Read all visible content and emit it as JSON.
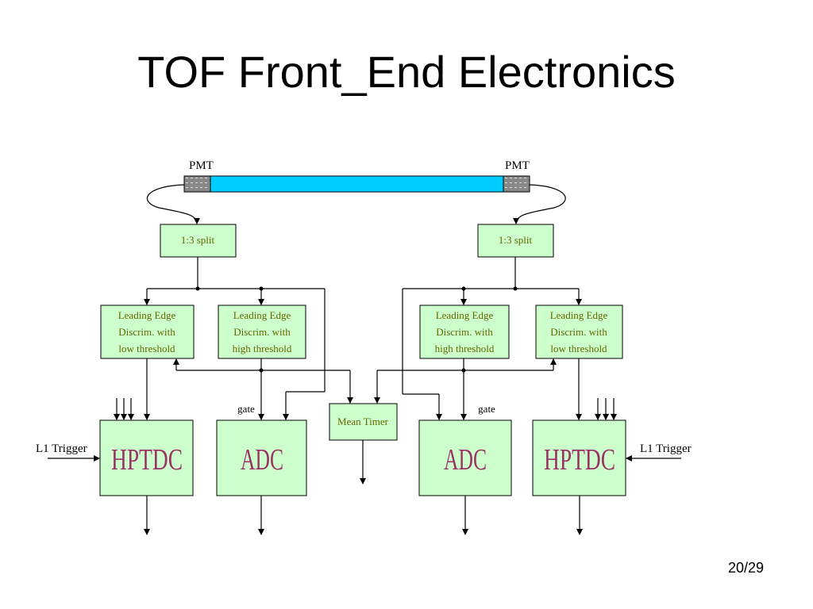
{
  "slide": {
    "title": "TOF Front_End Electronics",
    "page_number": "20/29"
  },
  "diagram": {
    "pmt_left": "PMT",
    "pmt_right": "PMT",
    "split_left": "1:3 split",
    "split_right": "1:3 split",
    "discriminators": [
      [
        "Leading Edge",
        "Discrim. with",
        "low threshold"
      ],
      [
        "Leading Edge",
        "Discrim. with",
        "high threshold"
      ],
      [
        "Leading Edge",
        "Discrim. with",
        "high threshold"
      ],
      [
        "Leading Edge",
        "Discrim. with",
        "low threshold"
      ]
    ],
    "mean_timer": "Mean Timer",
    "gate_left": "gate",
    "gate_right": "gate",
    "hptdc_left": "HPTDC",
    "adc_left": "ADC",
    "adc_right": "ADC",
    "hptdc_right": "HPTDC",
    "l1_trigger_left": "L1 Trigger",
    "l1_trigger_right": "L1 Trigger",
    "colors": {
      "scintillator": "#00ccff",
      "box_fill": "#ccffcc",
      "small_text": "#666600",
      "big_text": "#993366"
    }
  }
}
